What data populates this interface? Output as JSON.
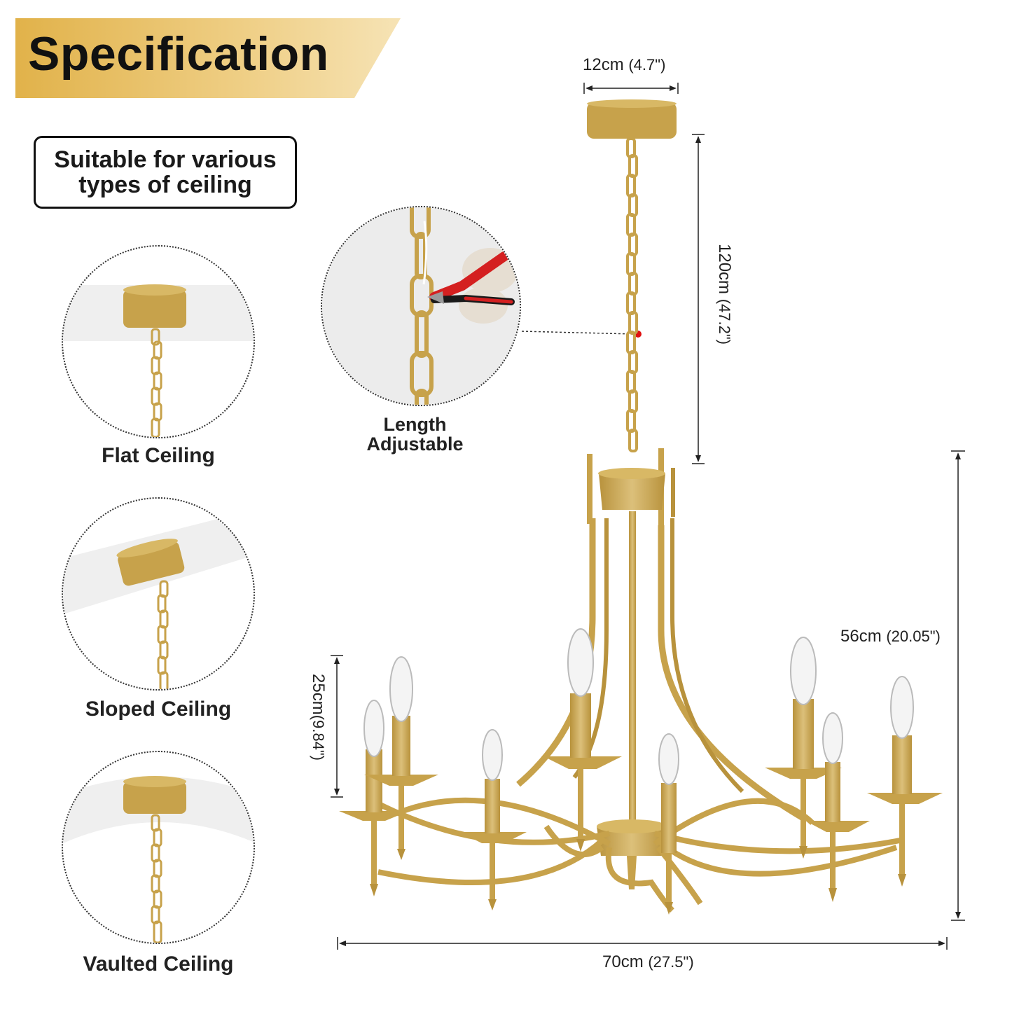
{
  "header": {
    "title": "Specification"
  },
  "suitable": {
    "line1": "Suitable for various",
    "line2": "types of ceiling"
  },
  "ceilings": [
    {
      "label": "Flat Ceiling"
    },
    {
      "label": "Sloped Ceiling"
    },
    {
      "label": "Vaulted Ceiling"
    }
  ],
  "chain_detail": {
    "line1": "Length",
    "line2": "Adjustable"
  },
  "dimensions": {
    "canopy": {
      "metric": "12cm",
      "imperial": "(4.7\")"
    },
    "chain": {
      "metric": "120cm",
      "imperial": "(47.2\")"
    },
    "height": {
      "metric": "56cm",
      "imperial": "(20.05\")"
    },
    "candle": {
      "metric": "25cm",
      "imperial": "(9.84\")"
    },
    "width": {
      "metric": "70cm",
      "imperial": "(27.5\")"
    }
  },
  "colors": {
    "gold": "#c9a64d",
    "banner_gold": "#d4a73c",
    "marker_red": "#e01010"
  }
}
